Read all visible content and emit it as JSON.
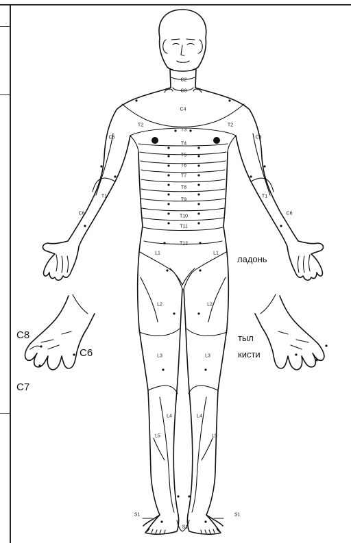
{
  "labels": {
    "palm": "ладонь",
    "back_line1": "тыл",
    "back_line2": "кисти",
    "c6": "C6",
    "c7": "C7",
    "c8": "C8"
  },
  "segments": {
    "C2": "C2",
    "C3": "C3",
    "C4": "C4",
    "T2": "T2",
    "T3": "T3",
    "T4": "T4",
    "T5": "T5",
    "T6": "T6",
    "T7": "T7",
    "T8": "T8",
    "T9": "T9",
    "T10": "T10",
    "T11": "T11",
    "T12": "T12",
    "C5": "C5",
    "C6": "C6",
    "T1": "T1",
    "L1": "L1",
    "L2": "L2",
    "L3": "L3",
    "L4": "L4",
    "L5": "L5",
    "S1": "S1"
  }
}
